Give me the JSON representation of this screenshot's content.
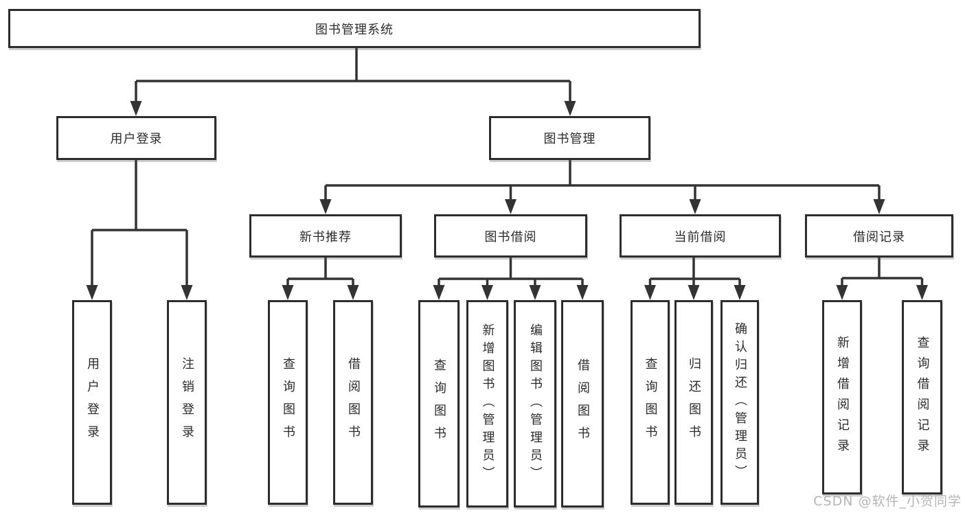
{
  "diagram": {
    "root": {
      "label": "图书管理系统"
    },
    "level2": [
      {
        "label": "用户登录"
      },
      {
        "label": "图书管理"
      }
    ],
    "level3": [
      {
        "label": "新书推荐",
        "parent": "图书管理"
      },
      {
        "label": "图书借阅",
        "parent": "图书管理"
      },
      {
        "label": "当前借阅",
        "parent": "图书管理"
      },
      {
        "label": "借阅记录",
        "parent": "图书管理"
      }
    ],
    "leaves": [
      {
        "label": "用户登录",
        "parent": "用户登录"
      },
      {
        "label": "注销登录",
        "parent": "用户登录"
      },
      {
        "label": "查询图书",
        "parent": "新书推荐"
      },
      {
        "label": "借阅图书",
        "parent": "新书推荐"
      },
      {
        "label": "查询图书",
        "parent": "图书借阅"
      },
      {
        "label": "新增图书（管理员）",
        "parent": "图书借阅"
      },
      {
        "label": "编辑图书（管理员）",
        "parent": "图书借阅"
      },
      {
        "label": "借阅图书",
        "parent": "图书借阅"
      },
      {
        "label": "查询图书",
        "parent": "当前借阅"
      },
      {
        "label": "归还图书",
        "parent": "当前借阅"
      },
      {
        "label": "确认归还（管理员）",
        "parent": "当前借阅"
      },
      {
        "label": "新增借阅记录",
        "parent": "借阅记录"
      },
      {
        "label": "查询借阅记录",
        "parent": "借阅记录"
      }
    ]
  },
  "watermark": {
    "text": "CSDN @软件_小贺同学"
  },
  "colors": {
    "line": "#333333",
    "box_border": "#2d2d2d",
    "box_background": "#ffffff",
    "text": "#2b2b2b",
    "watermark": "#b5b5b5",
    "page_background": "#ffffff"
  }
}
